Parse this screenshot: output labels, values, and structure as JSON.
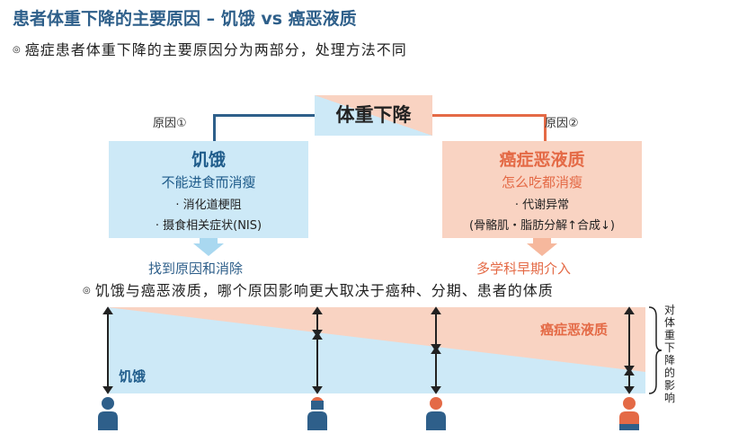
{
  "title": "患者体重下降的主要原因 – 饥饿 vs 癌恶液质",
  "subtitle_1": "癌症患者体重下降的主要原因分为两部分，处理方法不同",
  "subtitle_2": "饥饿与癌恶液质，哪个原因影响更大取决于癌种、分期、患者的体质",
  "bullet_icon": "◎",
  "center_box": {
    "label": "体重下降"
  },
  "cause_1": "原因①",
  "cause_2": "原因②",
  "left_box": {
    "heading": "饥饿",
    "description": "不能进食而消瘦",
    "points": [
      "· 消化道梗阻",
      "· 摄食相关症状(NIS)"
    ]
  },
  "right_box": {
    "heading": "癌症恶液质",
    "description": "怎么吃都消瘦",
    "points": [
      "· 代谢异常",
      "(骨骼肌・脂肪分解↑合成↓)"
    ]
  },
  "action_left": "找到原因和消除",
  "action_right": "多学科早期介入",
  "bottom_chart": {
    "hunger_label": "饥饿",
    "cachexia_label": "癌症恶液质",
    "impact_label": "对体重下降的影响"
  },
  "colors": {
    "blue": "#cde9f7",
    "orange": "#f9d3c2",
    "dark_blue": "#1f5c8b",
    "orange_text": "#e46a46",
    "line_blue": "#2e5f8a",
    "line_orange": "#e46a46"
  },
  "icons": [
    "person-icon-blue",
    "person-icon-mixed-1",
    "person-icon-mixed-2",
    "person-icon-orange"
  ]
}
